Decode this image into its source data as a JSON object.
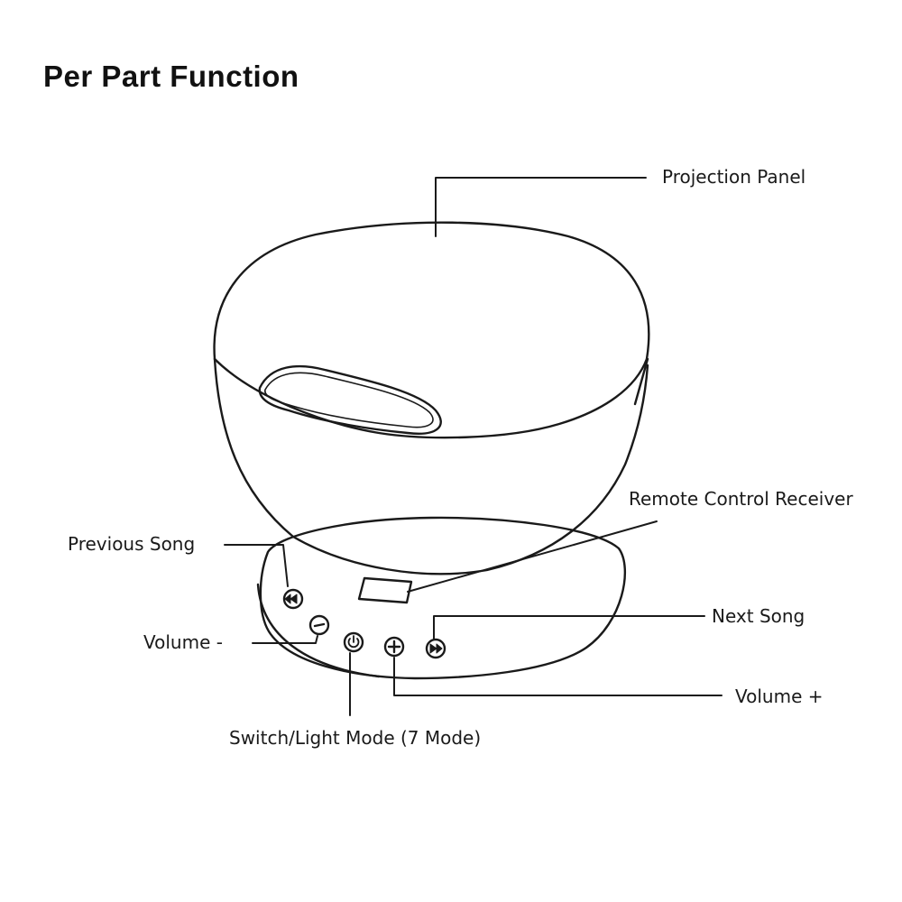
{
  "title": "Per Part Function",
  "labels": {
    "projection_panel": "Projection Panel",
    "remote_control_receiver": "Remote Control Receiver",
    "previous_song": "Previous Song",
    "volume_minus": "Volume -",
    "next_song": "Next Song",
    "volume_plus": "Volume +",
    "switch_light_mode": "Switch/Light Mode (7 Mode)"
  },
  "colors": {
    "line": "#1a1a1a",
    "background": "#ffffff"
  },
  "button_icons": [
    "previous-song-icon",
    "volume-minus-icon",
    "power-icon",
    "volume-plus-icon",
    "next-song-icon"
  ]
}
